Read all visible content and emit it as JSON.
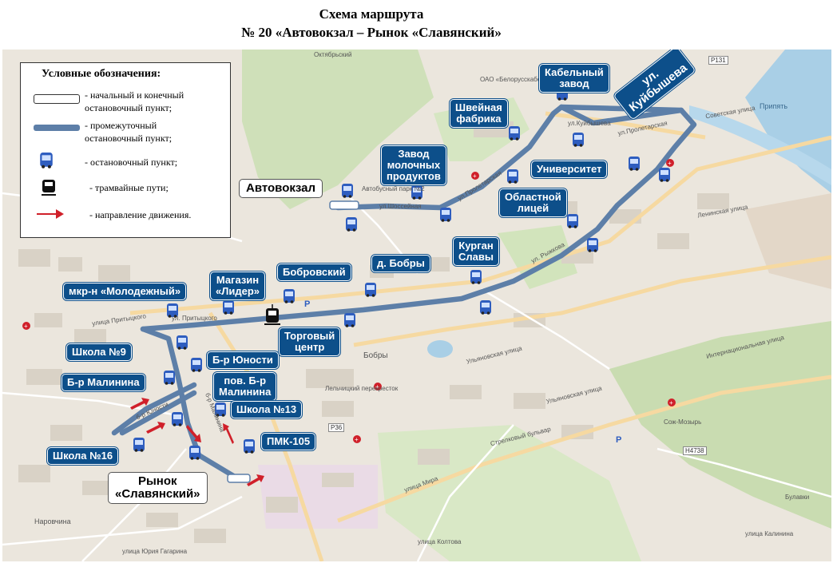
{
  "title": {
    "line1": "Схема маршрута",
    "line2": "№ 20 «Автовокзал – Рынок «Славянский»"
  },
  "legend": {
    "heading": "Условные обозначения:",
    "items": [
      {
        "icon": "terminal-stop-symbol",
        "text": "- начальный и конечный остановочный пункт;"
      },
      {
        "icon": "route-line-symbol",
        "text": "- промежуточный остановочный пункт;"
      },
      {
        "icon": "bus-stop-icon",
        "text": "- остановочный пункт;"
      },
      {
        "icon": "tram-icon",
        "text": "- трамвайные пути;"
      },
      {
        "icon": "direction-arrow-icon",
        "text": "- направление движения."
      }
    ]
  },
  "terminals": {
    "avtovokzal": "Автовокзал",
    "rynok_line1": "Рынок",
    "rynok_line2": "«Славянский»"
  },
  "stops": {
    "kabelny_1": "Кабельный",
    "kabelny_2": "завод",
    "kuibysheva_1": "ул.",
    "kuibysheva_2": "Куйбышева",
    "shveinaya_1": "Швейная",
    "shveinaya_2": "фабрика",
    "zavod_1": "Завод",
    "zavod_2": "молочных",
    "zavod_3": "продуктов",
    "universitet": "Университет",
    "oblastnoy_1": "Областной",
    "oblastnoy_2": "лицей",
    "kurgan_1": "Курган",
    "kurgan_2": "Славы",
    "bobry": "д. Бобры",
    "bobrovsky": "Бобровский",
    "lider_1": "Магазин",
    "lider_2": "«Лидер»",
    "molodezhny": "мкр-н «Молодежный»",
    "torgovy_1": "Торговый",
    "torgovy_2": "центр",
    "shkola9": "Школа №9",
    "br_yunosti": "Б-р Юности",
    "br_malinina": "Б-р Малинина",
    "pov_malinina_1": "пов. Б-р",
    "pov_malinina_2": "Малинина",
    "shkola13": "Школа №13",
    "pmk105": "ПМК-105",
    "shkola16": "Школа №16"
  },
  "map_labels": {
    "oktyabrsky": "Октябрьский",
    "belorusskabel": "ОАО «Белорусскабель»",
    "avtobusny_park": "Автобусный парк №2",
    "shosseinaya": "ул.Шоссейная",
    "proletarskaya_1": "ул.Пролетарская",
    "proletarskaya_2": "ул.Пролетарская",
    "kuibysheva_street": "ул.Куйбышева",
    "sovetskaya": "Советская улица",
    "leninskaya": "Ленинская улица",
    "rybakova": "ул. Рыжкова",
    "pritytskogo_1": "ул. Притыцкого",
    "pritytskogo_2": "улица Притыцкого",
    "bobry_area": "Бобры",
    "lelchitsy": "Лельчицкий перекресток",
    "ulyanovskaya_1": "Ульяновская улица",
    "ulyanovskaya_2": "Ульяновская улица",
    "internatsionalnaya": "Интернациональная улица",
    "mira": "улица Мира",
    "strokonitskaya": "Стрелковый бульвар",
    "yunosti_street": "б-р Юности",
    "malinina_street": "б-р Малинина",
    "kalinina": "улица Калинина",
    "yuriya_gagarina": "улица Юрия Гагарина",
    "naroovichina": "Наровчина",
    "koltsovaya": "улица Колтова",
    "sozh_mozyr": "Сож-Мозырь",
    "pripyat": "Припять",
    "bulavki": "Булавки",
    "r131": "P131",
    "r36": "P36",
    "n4738": "H4738"
  }
}
